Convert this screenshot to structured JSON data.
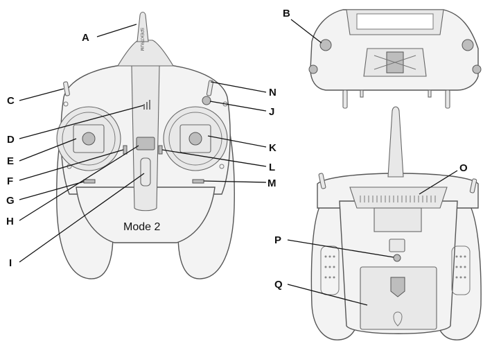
{
  "caption": "Mode 2",
  "brand_text": "SPEKTRUM",
  "labels": {
    "A": "A",
    "B": "B",
    "C": "C",
    "D": "D",
    "E": "E",
    "F": "F",
    "G": "G",
    "H": "H",
    "I": "I",
    "J": "J",
    "K": "K",
    "L": "L",
    "M": "M",
    "N": "N",
    "O": "O",
    "P": "P",
    "Q": "Q"
  }
}
